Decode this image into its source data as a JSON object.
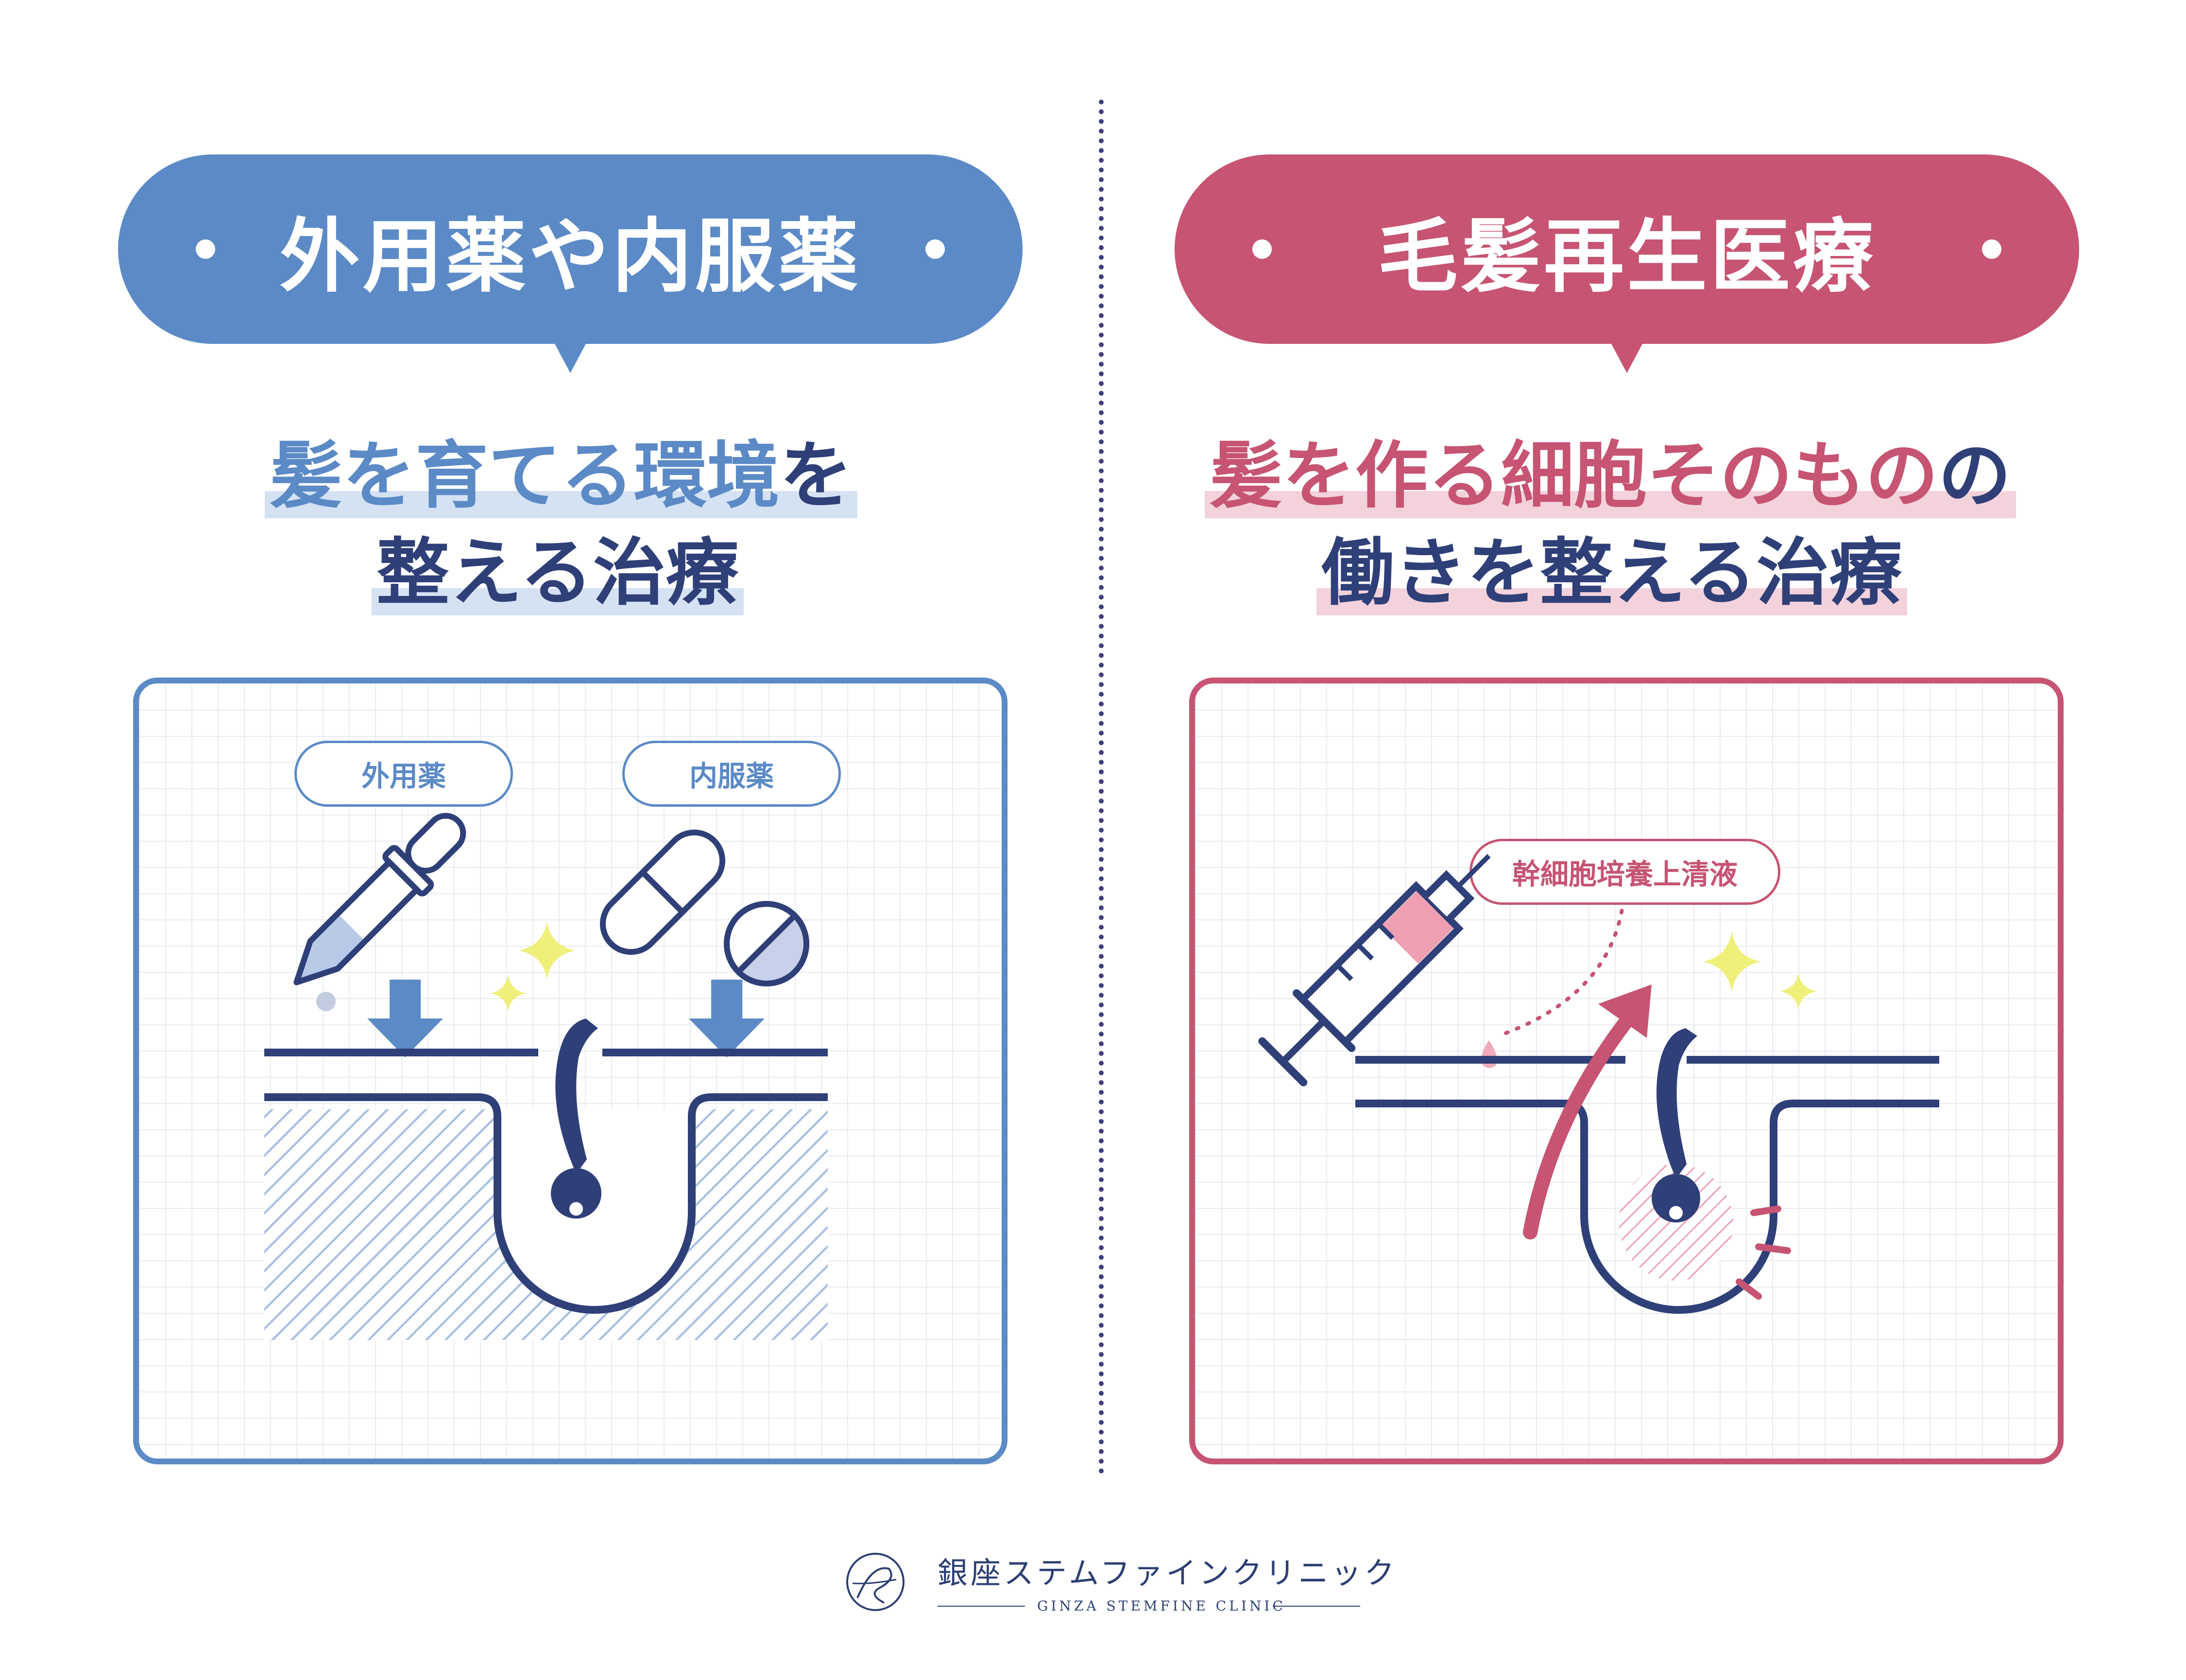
{
  "left": {
    "heading": "外用薬や内服薬",
    "subtitle_line1_highlight": "髪を育てる環境",
    "subtitle_line1_rest": "を",
    "subtitle_line2": "整える治療",
    "tag_topical": "外用薬",
    "tag_oral": "内服薬"
  },
  "right": {
    "heading": "毛髪再生医療",
    "subtitle_line1_highlight": "髪を作る細胞そのもの",
    "subtitle_line1_rest": "の",
    "subtitle_line2": "働きを整える治療",
    "tag_serum": "幹細胞培養上清液"
  },
  "footer": {
    "clinic_name_jp": "銀座ステムファインクリニック",
    "clinic_name_en": "GINZA STEMFINE CLINIC"
  },
  "colors": {
    "blue": "#5b8ac6",
    "navy": "#2f3f78",
    "pink": "#c65472",
    "yellow": "#eef07a",
    "grid": "#e8ebf1"
  },
  "icons": [
    "dropper-icon",
    "capsule-icon",
    "tablet-icon",
    "syringe-icon",
    "sparkle-icon",
    "arrow-down-icon",
    "arrow-up-icon",
    "hair-follicle-icon"
  ]
}
